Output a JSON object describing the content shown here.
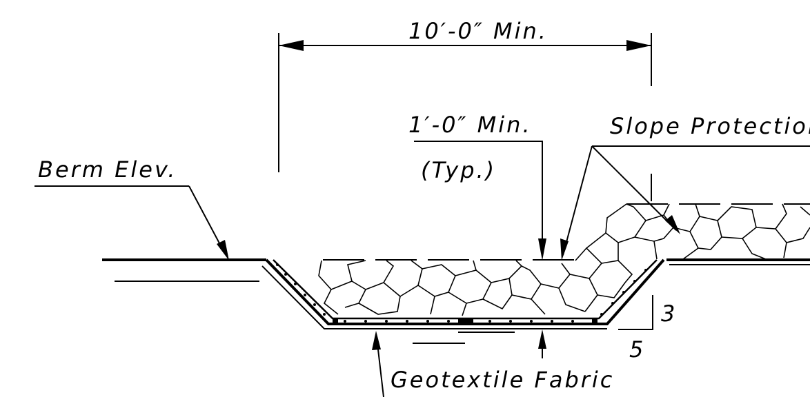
{
  "labels": {
    "width_dim": "10′-0″ Min.",
    "thickness_dim": "1′-0″ Min.",
    "thickness_note": "(Typ.)",
    "berm": "Berm Elev.",
    "slope_protection": "Slope Protection",
    "geotextile": "Geotextile Fabric",
    "slope_rise": "3",
    "slope_run": "5"
  },
  "colors": {
    "line": "#000000",
    "background": "#ffffff"
  }
}
